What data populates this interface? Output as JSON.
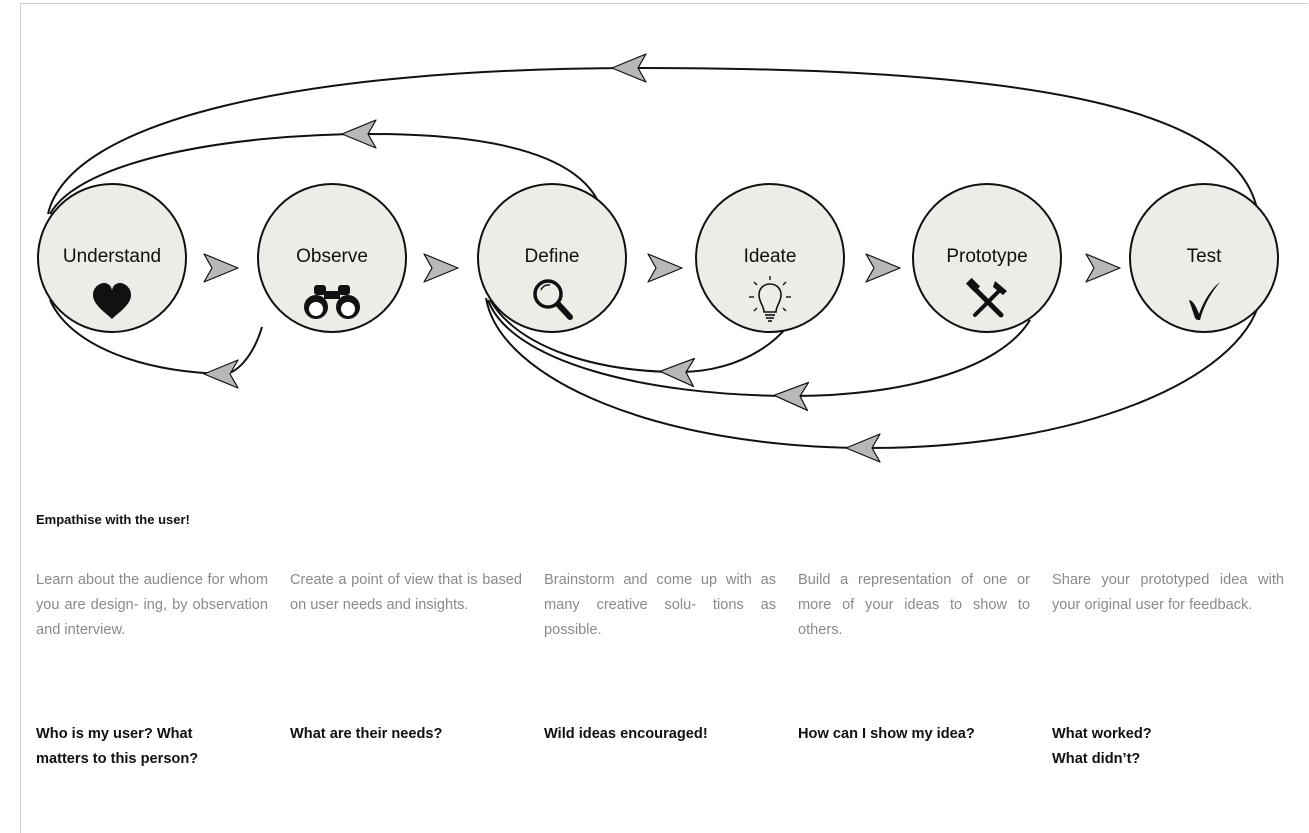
{
  "diagram": {
    "stages": [
      {
        "label": "Understand",
        "icon": "heart-icon"
      },
      {
        "label": "Observe",
        "icon": "binoculars-icon"
      },
      {
        "label": "Define",
        "icon": "magnifier-icon"
      },
      {
        "label": "Ideate",
        "icon": "lightbulb-icon"
      },
      {
        "label": "Prototype",
        "icon": "tools-icon"
      },
      {
        "label": "Test",
        "icon": "checkmark-icon"
      }
    ],
    "colors": {
      "node_fill": "#eeece7",
      "stroke": "#111111",
      "arrow_fill": "#b8b8b8"
    }
  },
  "heading": "Empathise with the user!",
  "columns": [
    {
      "description": "Learn about the audience for whom you are design- ing, by observation and interview.",
      "question": "Who is my user? What matters to this person?"
    },
    {
      "description": "Create a point of view that is based on user needs and insights.",
      "question": "What are their needs?"
    },
    {
      "description": "Brainstorm and come up with as many creative solu- tions as possible.",
      "question": "Wild ideas encouraged!"
    },
    {
      "description": "Build a representation of one or more of your ideas to show to others.",
      "question": "How can I show my idea?"
    },
    {
      "description": "Share your prototyped idea with your original user for feedback.",
      "question": "What worked? What didn’t?"
    }
  ]
}
